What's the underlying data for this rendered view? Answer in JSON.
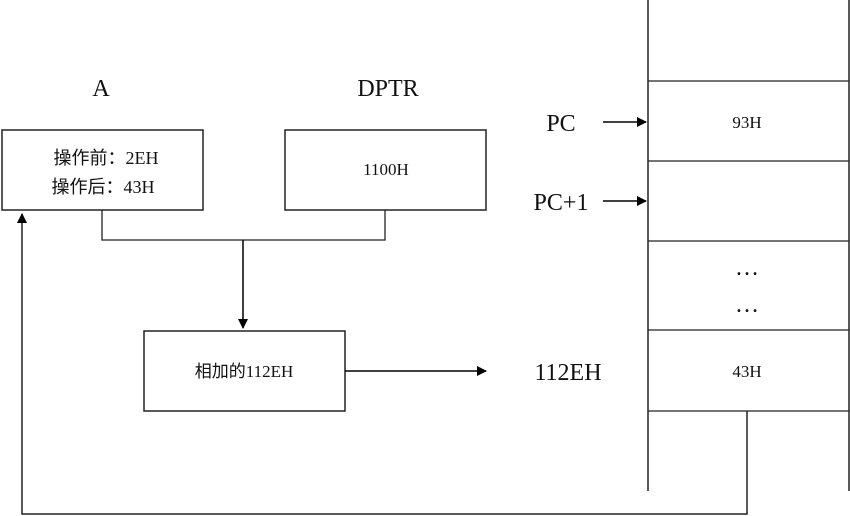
{
  "register_a": {
    "label": "A",
    "before_line": "操作前：2EH",
    "after_line": "操作后：43H"
  },
  "register_dptr": {
    "label": "DPTR",
    "value": "1100H"
  },
  "adder": {
    "text": "相加的112EH"
  },
  "address_label": "112EH",
  "pointers": {
    "pc": "PC",
    "pc_plus_1": "PC+1"
  },
  "memory_cells": [
    {
      "value": ""
    },
    {
      "value": "93H"
    },
    {
      "value": ""
    },
    {
      "value": "…",
      "value2": "…"
    },
    {
      "value": "43H"
    },
    {
      "value": ""
    }
  ]
}
